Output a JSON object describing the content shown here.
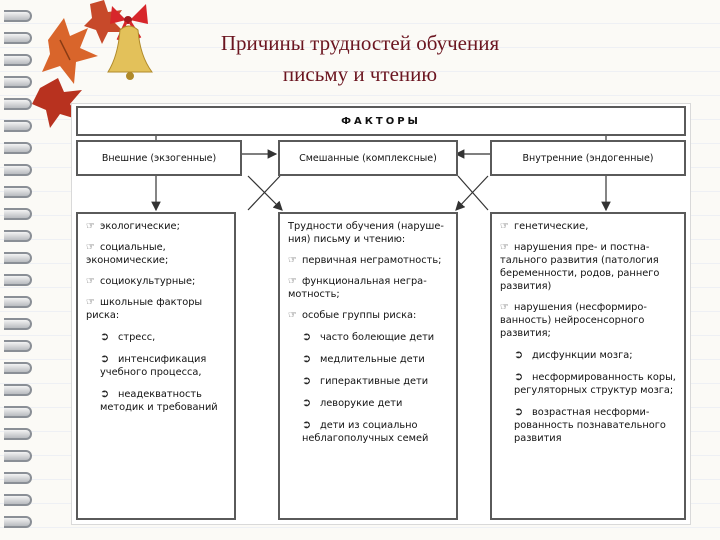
{
  "title": {
    "line1": "Причины трудностей обучения",
    "line2": "письму и чтению"
  },
  "diagram": {
    "header": "ФАКТОРЫ",
    "categories": {
      "external": "Внешние (экзогенные)",
      "mixed": "Смешанные (комплексные)",
      "internal": "Внутренние (эндогенные)"
    },
    "external": {
      "items": [
        "экологические;",
        "социальные, экономические;",
        "социокультурные;",
        "школьные факторы риска:"
      ],
      "sub": [
        "стресс,",
        "интенсификация учебного процесса,",
        "неадекватность методик и требований"
      ]
    },
    "mixed": {
      "lead": "Трудности обучения (наруше- ния) письму и чтению:",
      "items": [
        "первичная неграмотность;",
        "функциональная негра- мотность;",
        "особые группы риска:"
      ],
      "sub": [
        "часто болеющие дети",
        "медлительные дети",
        "гиперактивные дети",
        "леворукие дети",
        "дети из социально неблагополучных семей"
      ]
    },
    "internal": {
      "items": [
        "генетические,",
        "нарушения пре- и постна- тального развития (патология беременности, родов, раннего развития)",
        "нарушения (несформиро- ванность) нейросенсорного развития;"
      ],
      "sub": [
        "дисфункции мозга;",
        "несформированность коры, регуляторных структур мозга;",
        "возрастная несформи- рованность познавательного развития"
      ]
    }
  },
  "colors": {
    "title": "#6b1520",
    "border": "#5a5a5a",
    "leaf_orange": "#d9652b",
    "leaf_red": "#b8321f",
    "bow": "#d7262b",
    "bell": "#e3c15a"
  },
  "icons": {
    "item_marker": "pointing-hand-icon",
    "sub_marker": "arrow-right-icon"
  }
}
